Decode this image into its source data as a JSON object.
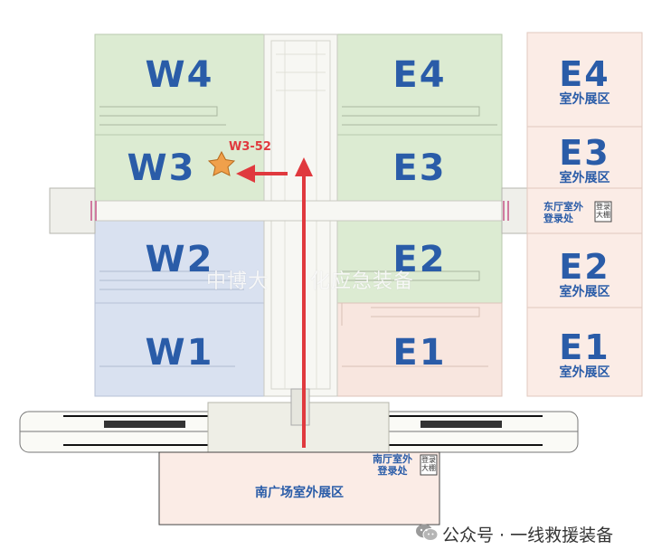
{
  "halls": {
    "w4": "W4",
    "w3": "W3",
    "w2": "W2",
    "w1": "W1",
    "e4": "E4",
    "e3": "E3",
    "e2": "E2",
    "e1": "E1"
  },
  "outdoor": {
    "e4": {
      "code": "E4",
      "sub": "室外展区"
    },
    "e3": {
      "code": "E3",
      "sub": "室外展区"
    },
    "e2": {
      "code": "E2",
      "sub": "室外展区"
    },
    "e1": {
      "code": "E1",
      "sub": "室外展区"
    }
  },
  "booth": {
    "label": "W3-52",
    "marker_color": "#f0a04b"
  },
  "east_hall_registration": {
    "line1": "东厅室外",
    "line2": "登录处",
    "tent": "登录大棚"
  },
  "south_hall_registration": {
    "line1": "南厅室外",
    "line2": "登录处",
    "tent": "登录大棚"
  },
  "south_plaza": "南广场室外展区",
  "watermark": "中博大　　化应急装备",
  "wechat": {
    "prefix": "公众号 · ",
    "name": "一线救援装备"
  },
  "colors": {
    "green_hall": "#dcebd2",
    "blue_hall": "#d9e1f0",
    "pink_hall": "#f8e6df",
    "label_blue": "#2a5ca8",
    "route_red": "#e0393e"
  }
}
